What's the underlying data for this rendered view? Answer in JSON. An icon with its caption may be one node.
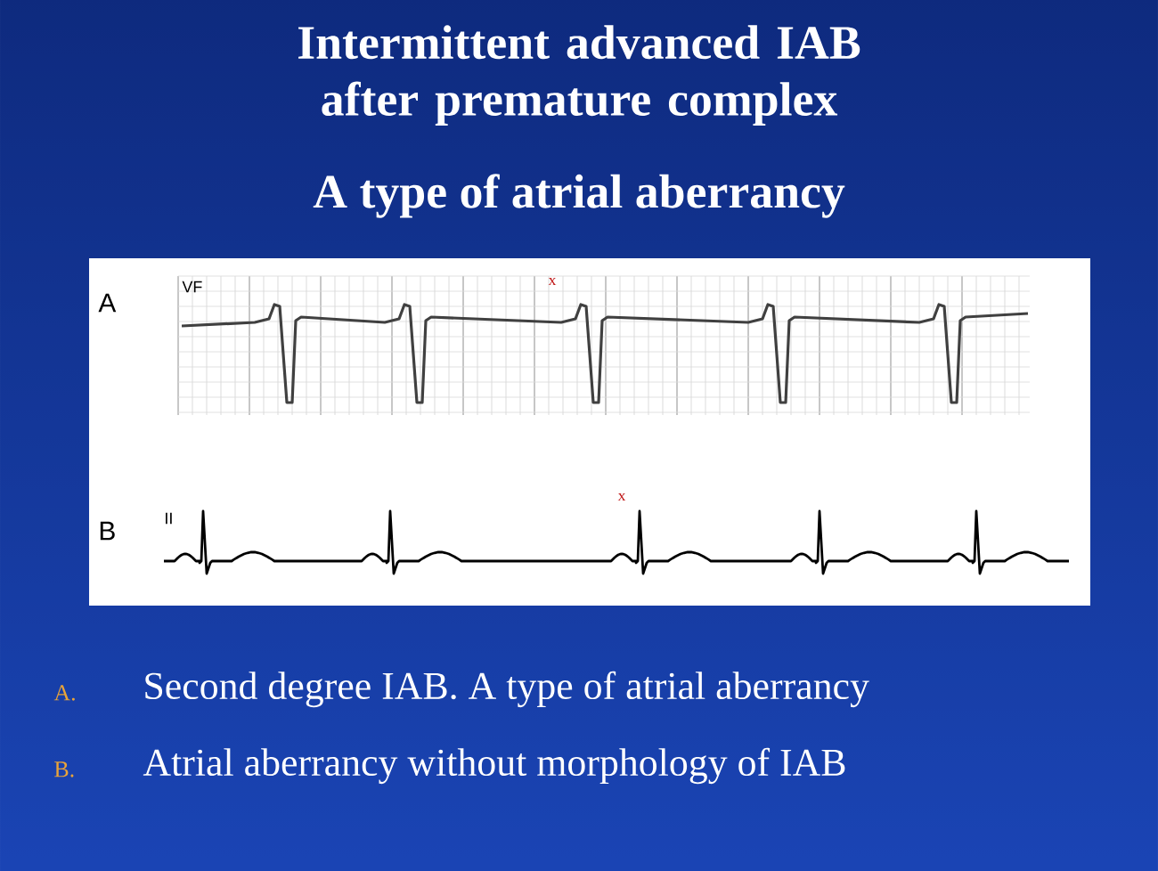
{
  "diagram": {
    "title": "Intermittent advanced IAB after premature complex",
    "labels": [
      "A type of atrial aberrancy",
      "A",
      "VF",
      "x",
      "B",
      "II",
      "x",
      "A.",
      "Second degree IAB. A type of atrial aberrancy",
      "B.",
      "Atrial aberrancy without morphology of IAB"
    ]
  }
}
